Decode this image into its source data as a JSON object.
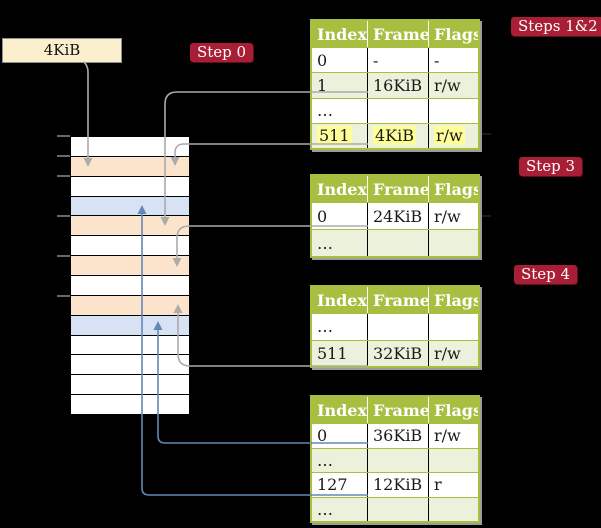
{
  "pointer_box": {
    "label": "4KiB"
  },
  "badges": [
    {
      "label": "Step 0"
    },
    {
      "label": "Steps 1&2"
    },
    {
      "label": "Step 3"
    },
    {
      "label": "Step 4"
    }
  ],
  "tables": [
    {
      "header": [
        "Index",
        "Frame",
        "Flags"
      ],
      "rows": [
        {
          "cells": [
            "0",
            "-",
            "-"
          ]
        },
        {
          "cells": [
            "1",
            "16KiB",
            "r/w"
          ]
        },
        {
          "cells": [
            "…",
            "",
            ""
          ]
        },
        {
          "cells": [
            "511",
            "4KiB",
            "r/w"
          ],
          "highlight": true
        }
      ]
    },
    {
      "header": [
        "Index",
        "Frame",
        "Flags"
      ],
      "rows": [
        {
          "cells": [
            "0",
            "24KiB",
            "r/w"
          ]
        },
        {
          "cells": [
            "…",
            "",
            ""
          ]
        }
      ]
    },
    {
      "header": [
        "Index",
        "Frame",
        "Flags"
      ],
      "rows": [
        {
          "cells": [
            "…",
            "",
            ""
          ]
        },
        {
          "cells": [
            "511",
            "32KiB",
            "r/w"
          ]
        }
      ]
    },
    {
      "header": [
        "Index",
        "Frame",
        "Flags"
      ],
      "rows": [
        {
          "cells": [
            "0",
            "36KiB",
            "r/w"
          ]
        },
        {
          "cells": [
            "…",
            "",
            ""
          ]
        },
        {
          "cells": [
            "127",
            "12KiB",
            "r"
          ]
        },
        {
          "cells": [
            "…",
            "",
            ""
          ]
        }
      ]
    }
  ],
  "memory": {
    "rows": [
      {
        "type": "free"
      },
      {
        "type": "page_table"
      },
      {
        "type": "free"
      },
      {
        "type": "mapped_page"
      },
      {
        "type": "page_table"
      },
      {
        "type": "free"
      },
      {
        "type": "page_table"
      },
      {
        "type": "free"
      },
      {
        "type": "page_table"
      },
      {
        "type": "mapped_page"
      },
      {
        "type": "free"
      },
      {
        "type": "free"
      },
      {
        "type": "free"
      },
      {
        "type": "free"
      }
    ]
  },
  "colors": {
    "header_green": "#a7bf41",
    "row_green": "#ebf1db",
    "free": "#ffffff",
    "page_table": "#fce4cc",
    "mapped_page": "#d7e3f4",
    "badge_red": "#a81e35",
    "pointer_box_fill": "#fcefcd",
    "gray_arrow": "#ababab",
    "blue_arrow": "#6587b8",
    "highlight_yellow": "#ffff99"
  }
}
